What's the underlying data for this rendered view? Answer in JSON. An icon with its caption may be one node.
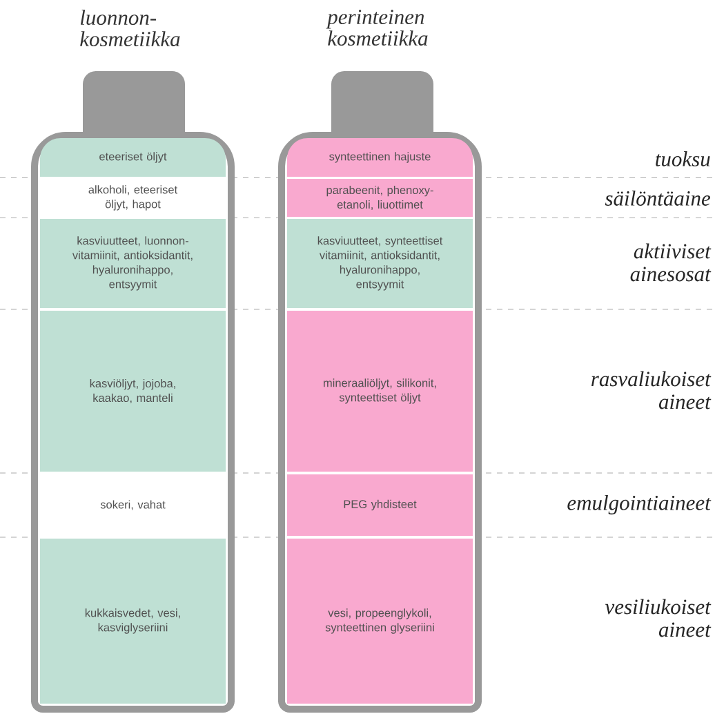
{
  "diagram": {
    "nodes": [
      {
        "text": [
          "luonnon- kosmetiikka"
        ]
      },
      {
        "text": [
          "eteeriset öljyt"
        ],
        "in": 0
      },
      {
        "text": [
          "alkoholi, eteeriset öljyt, hapot"
        ],
        "in": 0
      },
      {
        "text": [
          "kasviuutteet, luonnon- vitamiinit, antioksidantit, hyaluronihappo, entsyymit"
        ],
        "in": 0
      },
      {
        "text": [
          "kasviöljyt, jojoba, kaakao, manteli"
        ],
        "in": 0
      },
      {
        "text": [
          "sokeri, vahat"
        ],
        "in": 0
      },
      {
        "text": [
          "kukkaisvedet, vesi, kasviglyseriini"
        ],
        "in": 0
      },
      {
        "text": [
          "perinteinen kosmetiikka"
        ]
      },
      {
        "text": [
          "synteettinen hajuste"
        ],
        "in": 7
      },
      {
        "text": [
          "parabeenit, phenoxy- etanoli, liuottimet"
        ],
        "in": 7
      },
      {
        "text": [
          "kasviuutteet, synteettiset vitamiinit, antioksidantit, hyaluronihappo, entsyymit"
        ],
        "in": 7
      },
      {
        "text": [
          "mineraaliöljyt, silikonit, synteettiset öljyt"
        ],
        "in": 7
      },
      {
        "text": [
          "PEG yhdisteet"
        ],
        "in": 7
      },
      {
        "text": [
          "vesi, propeenglykoli, synteettinen glyseriini"
        ],
        "in": 7
      }
    ],
    "labels": [
      "tuoksu",
      "säilöntäaine",
      "aktiiviset ainesosat",
      "rasvaliukoiset aineet",
      "emulgointiaineet",
      "vesiliukoiset aineet"
    ]
  }
}
